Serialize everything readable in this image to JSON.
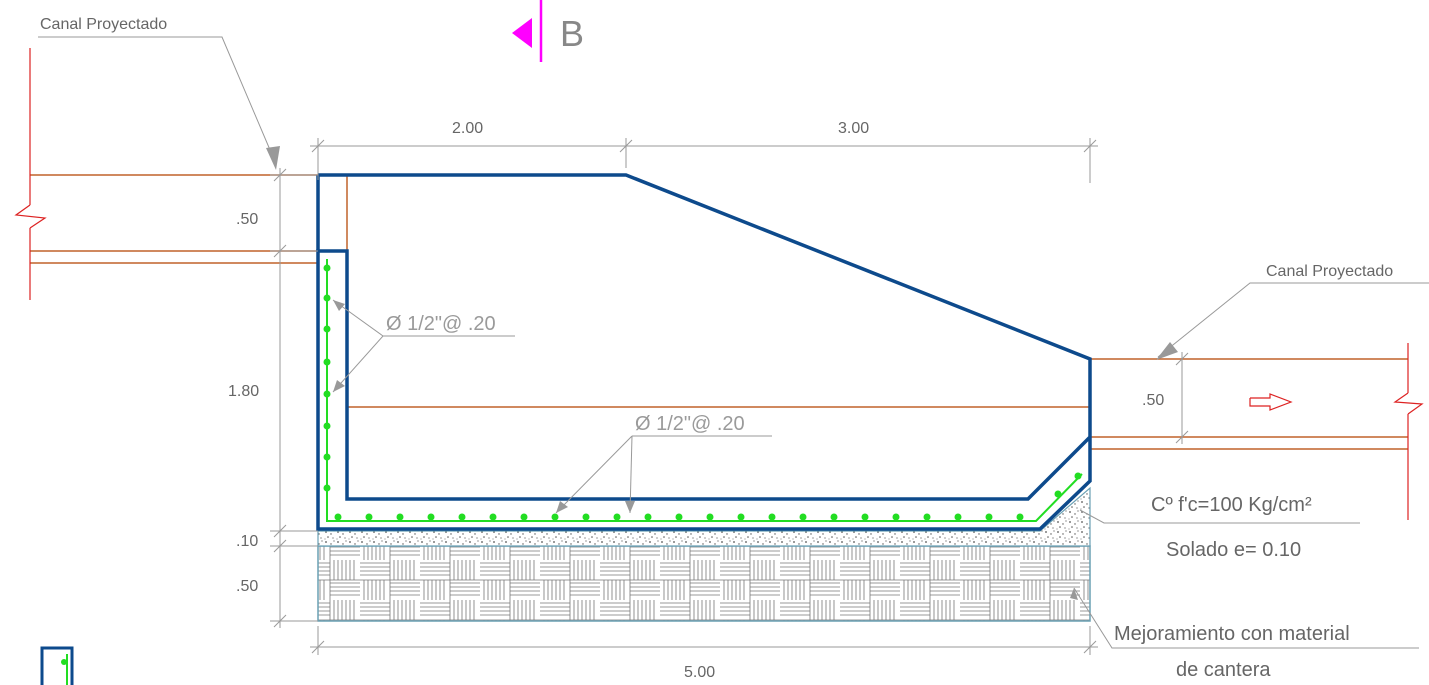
{
  "section_marker": {
    "letter": "B",
    "color": "#ff00ff"
  },
  "labels": {
    "canal_left": "Canal Proyectado",
    "canal_right": "Canal Proyectado",
    "rebar_wall": "Ø 1/2\"@ .20",
    "rebar_slab": "Ø 1/2\"@ .20",
    "concrete_fill": "Cº f'c=100 Kg/cm²",
    "solado": "Solado e= 0.10",
    "mejoramiento_line1": "Mejoramiento con material",
    "mejoramiento_line2": "de cantera"
  },
  "dimensions": {
    "top_left": "2.00",
    "top_right": "3.00",
    "left_top": ".50",
    "left_wall": "1.80",
    "left_solado": ".10",
    "left_base": ".50",
    "bottom_total": "5.00",
    "right_canal": ".50"
  },
  "colors": {
    "structure": "#0d4a8c",
    "rebar": "#22dd22",
    "canal": "#c0622a",
    "break_line": "#dd2222",
    "dimension": "#999999",
    "base_fill": "#6aa0b4"
  }
}
